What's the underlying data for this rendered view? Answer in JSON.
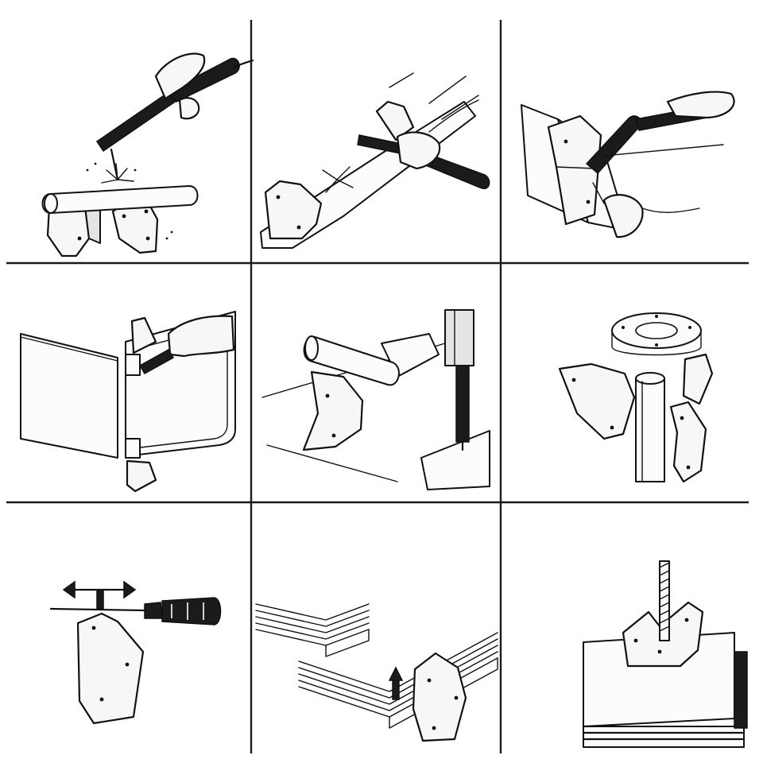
{
  "colors": {
    "background": "#ffffff",
    "ink": "#111111",
    "magnet_fill": "#f7f7f7",
    "shade": "#e4e4e4"
  },
  "panels": [
    {
      "id": "weld-pipe-on-magnets",
      "icon": "welding-torch-icon"
    },
    {
      "id": "weld-45-degree-joint",
      "icon": "welding-torch-icon"
    },
    {
      "id": "weld-inside-corner",
      "icon": "welding-torch-icon"
    },
    {
      "id": "assemble-panel-corner",
      "icon": "hand-icon"
    },
    {
      "id": "hold-rod-at-drill",
      "icon": "drill-icon"
    },
    {
      "id": "hold-pipe-with-flange",
      "icon": "flange-icon"
    },
    {
      "id": "adjust-with-screwdriver",
      "icon": "screwdriver-icon"
    },
    {
      "id": "lift-sheet-stack",
      "icon": "arrow-up-icon"
    },
    {
      "id": "hold-rebar-on-block",
      "icon": "rebar-icon"
    }
  ]
}
